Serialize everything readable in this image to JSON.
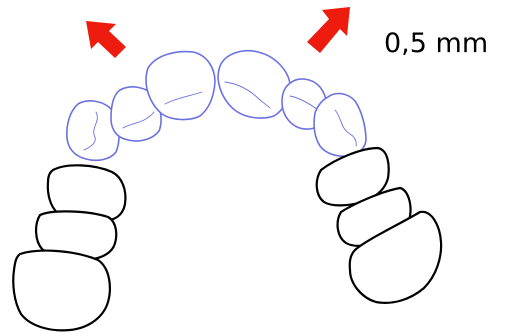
{
  "diagram": {
    "measurement_label": "0,5 mm",
    "colors": {
      "arrow": "#ee1c0e",
      "anterior_teeth_outline": "#6b72e0",
      "posterior_teeth_outline": "#000000",
      "background": "#ffffff"
    },
    "arrows": [
      {
        "name": "left-expansion-arrow",
        "direction": "up-left"
      },
      {
        "name": "right-expansion-arrow",
        "direction": "up-right"
      }
    ],
    "anterior_teeth": [
      "left-canine",
      "left-lateral-incisor",
      "left-central-incisor",
      "right-central-incisor",
      "right-lateral-incisor",
      "right-canine"
    ],
    "posterior_teeth": [
      "left-first-premolar",
      "left-second-premolar",
      "left-first-molar",
      "right-first-premolar",
      "right-second-premolar",
      "right-first-molar"
    ]
  }
}
